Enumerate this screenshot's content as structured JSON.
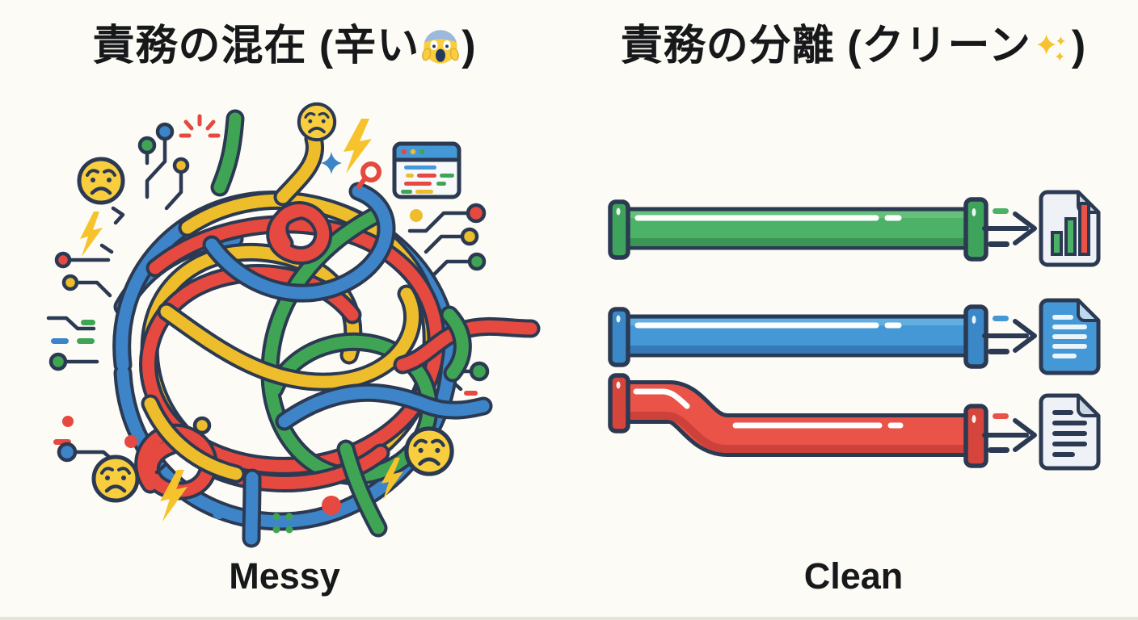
{
  "panels": {
    "messy": {
      "title_prefix": "責務の混在 (辛い",
      "title_emoji": "scream-face-emoji",
      "title_suffix": ")",
      "caption": "Messy",
      "illustration": "tangled ball of red, blue, green and yellow wires with worried emoji faces, lightning bolts, sparks, circuit traces and a code-window icon"
    },
    "clean": {
      "title_prefix": "責務の分離 (クリーン",
      "title_emoji": "sparkles-emoji",
      "title_suffix": ")",
      "caption": "Clean",
      "pipes": [
        {
          "label": "green pipe",
          "color": "#4cb267",
          "output_document": "bar-chart report document"
        },
        {
          "label": "blue pipe",
          "color": "#4598d6",
          "output_document": "blue text document"
        },
        {
          "label": "red pipe (S-bend)",
          "color": "#ea5348",
          "output_document": "text lines document"
        }
      ]
    }
  },
  "colors": {
    "background": "#fcfbf6",
    "outline_navy": "#2b3a52",
    "wire_red": "#e5493f",
    "wire_blue": "#3d85c8",
    "wire_green": "#3fa554",
    "wire_yellow": "#eebd2b",
    "bolt_yellow": "#f6c32c",
    "emoji_yellow": "#f8ce3f",
    "document_fill": "#eef1f5",
    "title_text": "#17181a"
  }
}
